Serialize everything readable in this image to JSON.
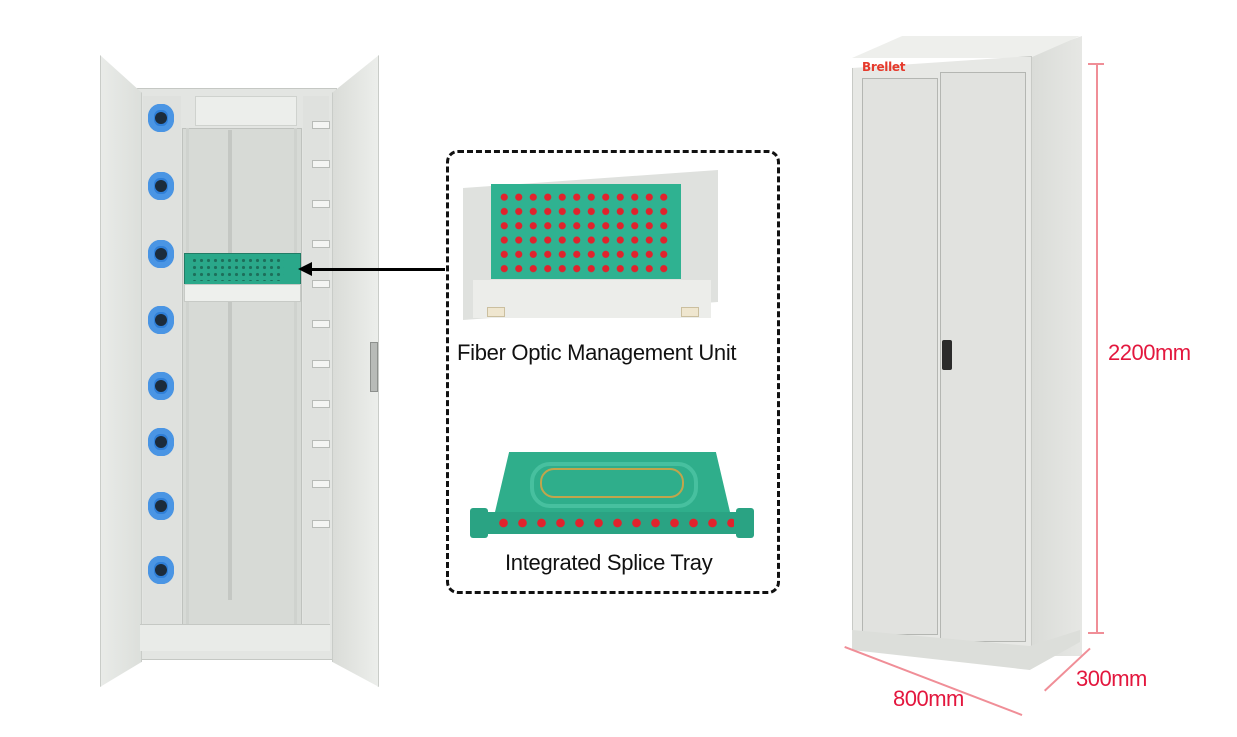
{
  "callout": {
    "items": [
      {
        "label": "Fiber Optic Management Unit",
        "icon": "fiber-management-unit-image"
      },
      {
        "label": "Integrated Splice Tray",
        "icon": "splice-tray-image"
      }
    ]
  },
  "closed_cabinet": {
    "brand": "Brellet",
    "dimensions": {
      "height": "2200mm",
      "width": "800mm",
      "depth": "300mm"
    }
  },
  "colors": {
    "dimension_red": "#e3173e",
    "brand_red": "#e63a2c",
    "grommet_blue": "#2f7fd8",
    "odf_green": "#2fb291",
    "port_red": "#e0232d"
  }
}
